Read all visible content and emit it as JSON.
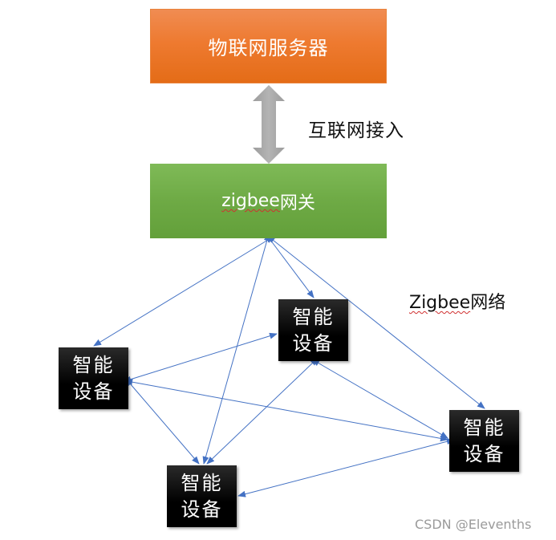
{
  "server": {
    "label": "物联网服务器",
    "color": "#ED7D31"
  },
  "link_label": "互联网接入",
  "gateway": {
    "label_latin": "zigbee",
    "label_cjk": "网关",
    "color": "#70AD47"
  },
  "network_label": {
    "latin": "Zigbee",
    "cjk": "网络"
  },
  "devices": [
    {
      "id": "dev-a",
      "line1": "智能",
      "line2": "设备"
    },
    {
      "id": "dev-b",
      "line1": "智能",
      "line2": "设备"
    },
    {
      "id": "dev-c",
      "line1": "智能",
      "line2": "设备"
    },
    {
      "id": "dev-d",
      "line1": "智能",
      "line2": "设备"
    }
  ],
  "connections": [
    {
      "from": "gateway",
      "to": "dev-a",
      "bidirectional": true
    },
    {
      "from": "gateway",
      "to": "dev-b",
      "bidirectional": true
    },
    {
      "from": "gateway",
      "to": "dev-c",
      "bidirectional": true
    },
    {
      "from": "gateway",
      "to": "dev-d",
      "bidirectional": true
    },
    {
      "from": "dev-a",
      "to": "dev-b",
      "bidirectional": true
    },
    {
      "from": "dev-a",
      "to": "dev-c",
      "bidirectional": true
    },
    {
      "from": "dev-a",
      "to": "dev-d",
      "bidirectional": true
    },
    {
      "from": "dev-b",
      "to": "dev-c",
      "bidirectional": true
    },
    {
      "from": "dev-b",
      "to": "dev-d",
      "bidirectional": true
    },
    {
      "from": "dev-c",
      "to": "dev-d",
      "bidirectional": true
    }
  ],
  "colors": {
    "link": "#4472C4",
    "double_arrow": "#A5A5A5"
  },
  "watermark": "CSDN @Elevenths"
}
